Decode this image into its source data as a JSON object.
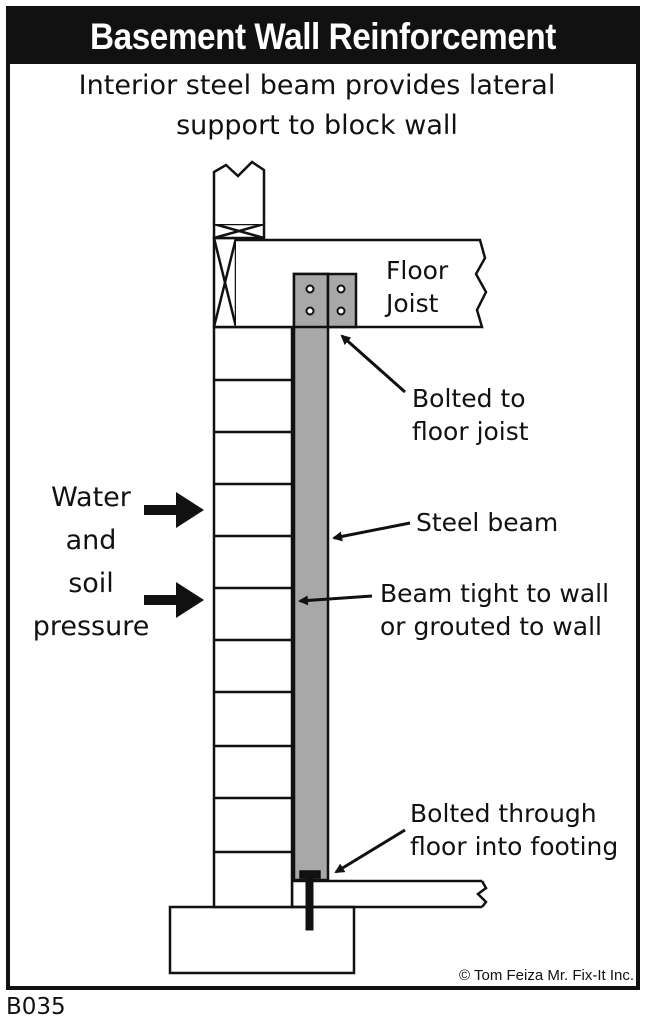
{
  "title": "Basement Wall Reinforcement",
  "subtitle_line1": "Interior steel beam provides lateral",
  "subtitle_line2": "support to block wall",
  "labels": {
    "floor_joist_1": "Floor",
    "floor_joist_2": "Joist",
    "bolted_joist_1": "Bolted to",
    "bolted_joist_2": "floor joist",
    "steel_beam": "Steel beam",
    "beam_tight_1": "Beam tight to wall",
    "beam_tight_2": "or grouted to wall",
    "bolted_floor_1": "Bolted through",
    "bolted_floor_2": "floor into footing",
    "water_1": "Water",
    "water_2": "and",
    "water_3": "soil",
    "water_4": "pressure"
  },
  "copyright": "© Tom Feiza Mr. Fix-It Inc.",
  "code": "B035",
  "colors": {
    "ink": "#111111",
    "beam": "#a8a8a8",
    "paper": "#ffffff"
  }
}
